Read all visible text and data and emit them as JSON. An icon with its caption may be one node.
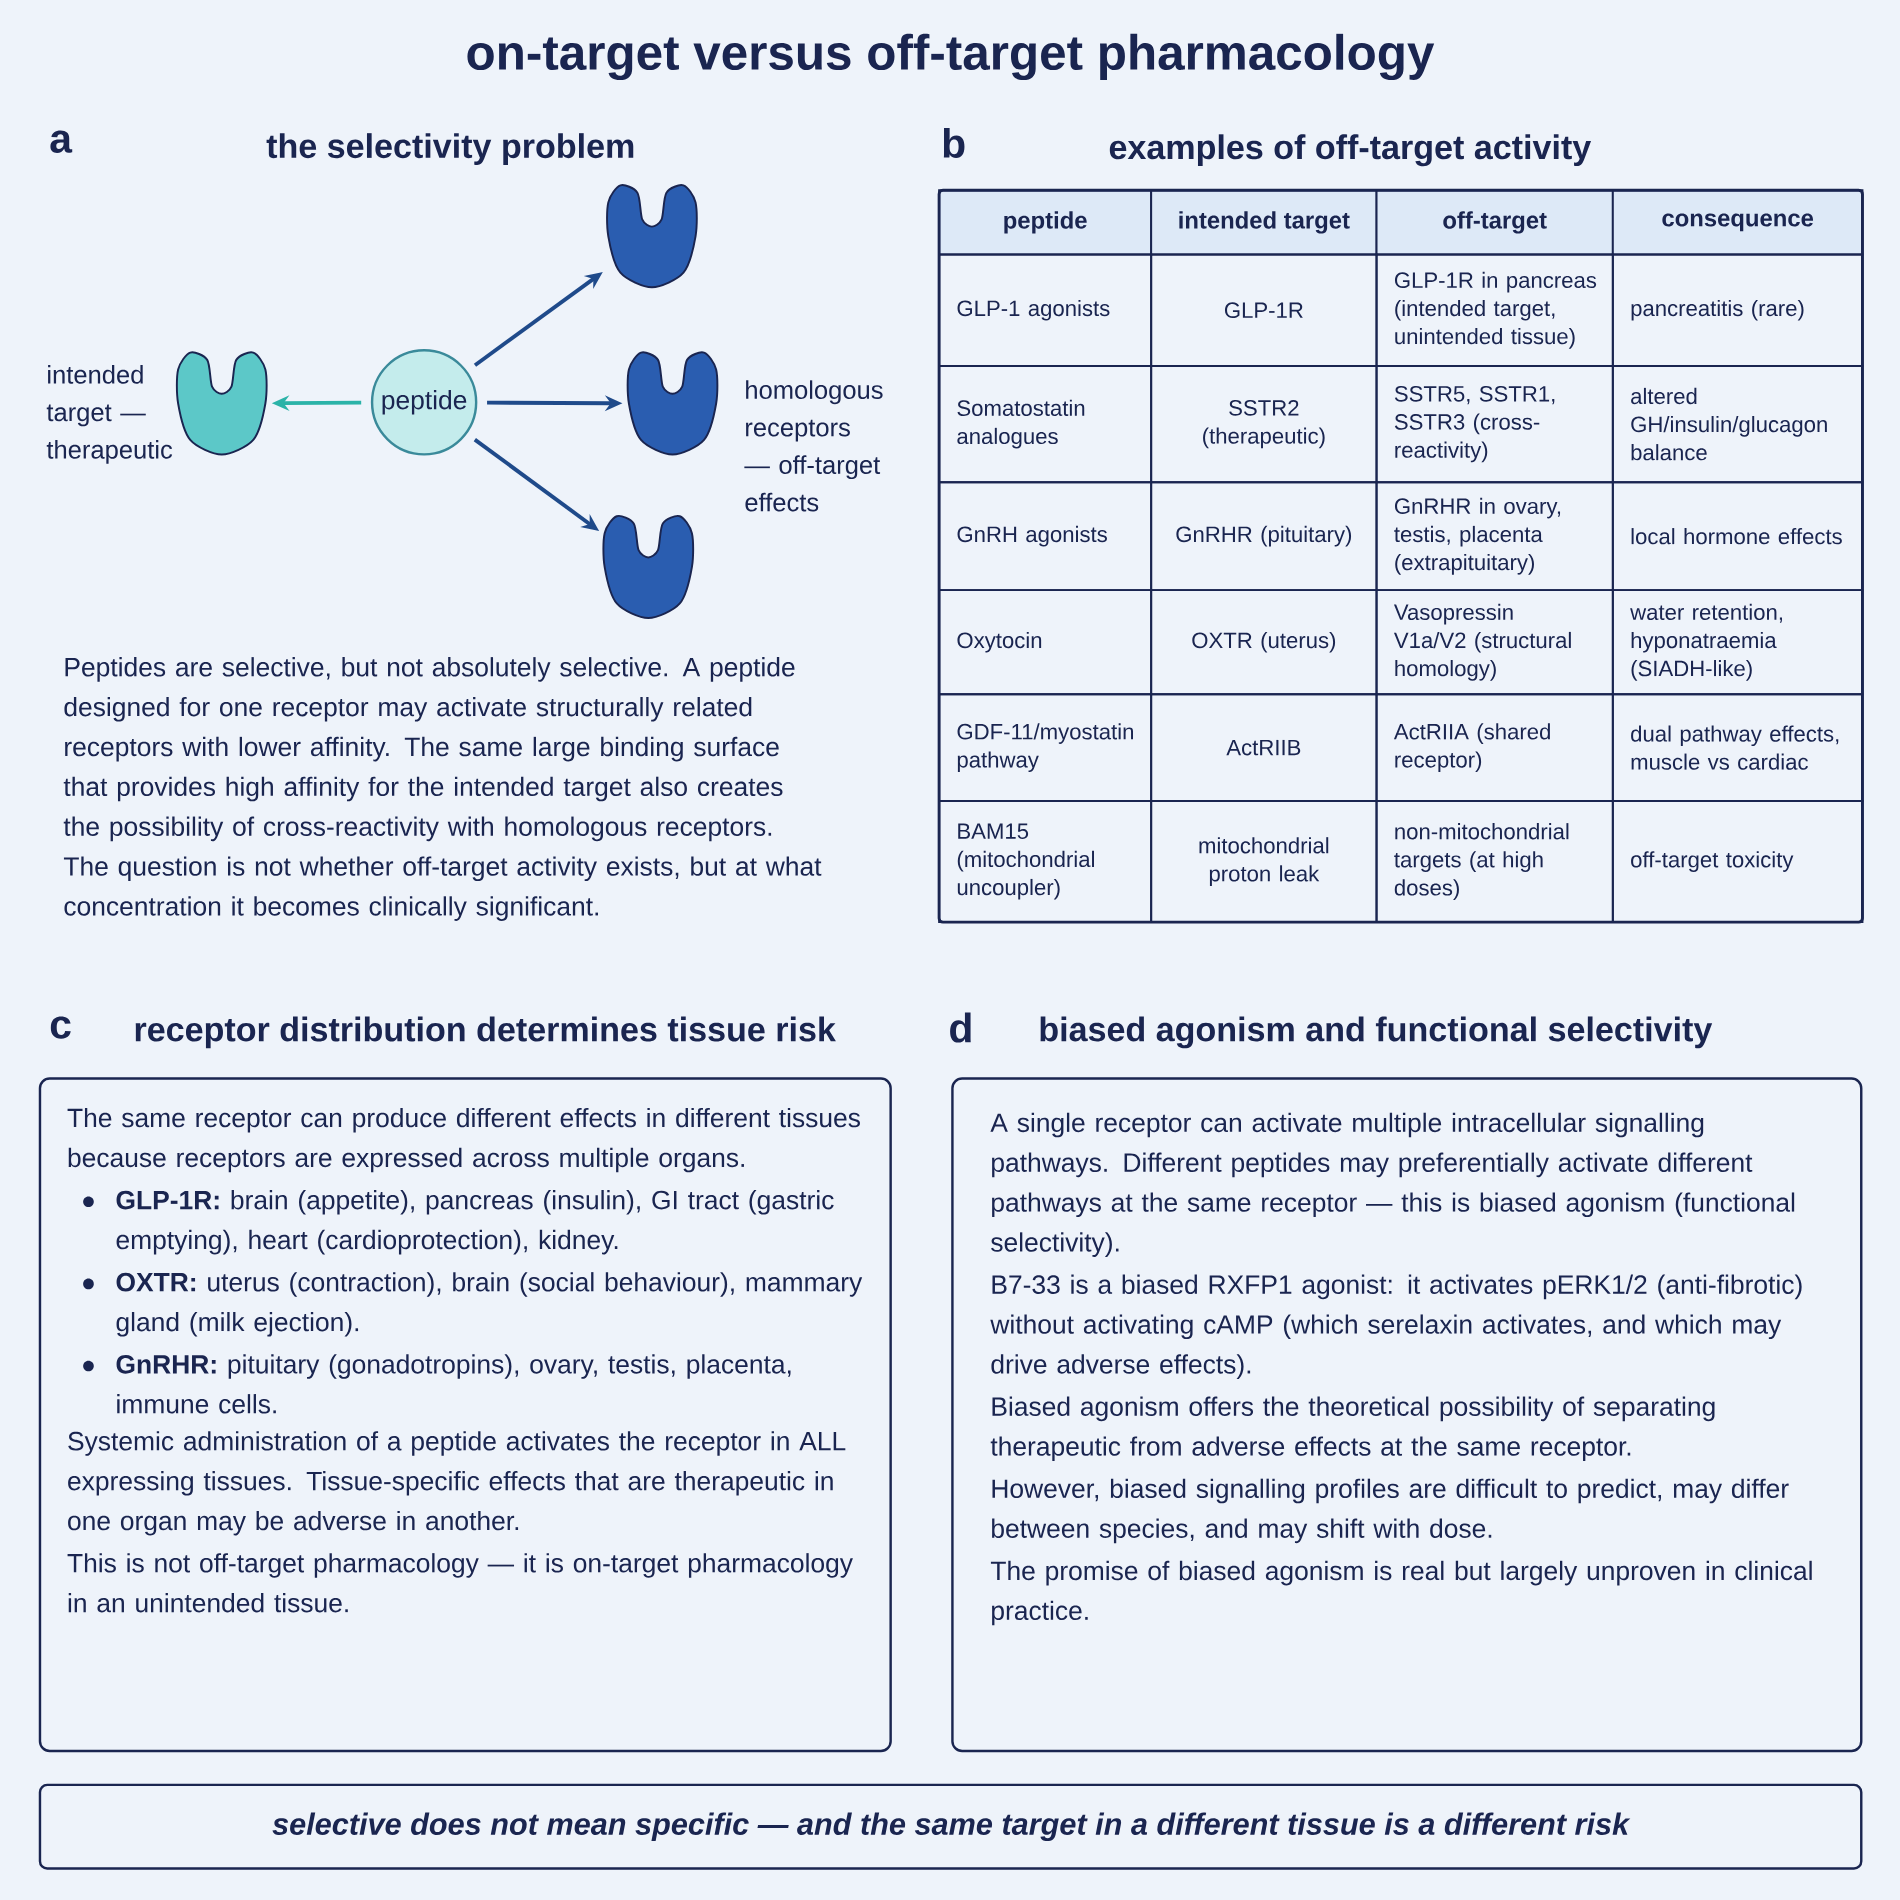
{
  "diagram": {
    "title": "on-target versus off-target pharmacology",
    "nodes": [
      {
        "text": [
          "peptide"
        ]
      },
      {
        "text": [],
        "shape": "picture",
        "beside": [
          "intended target — therapeutic"
        ]
      },
      {
        "text": [],
        "shape": "picture"
      },
      {
        "text": [],
        "shape": "picture",
        "beside": [
          "homologous receptors — off-target effects"
        ]
      },
      {
        "text": [],
        "shape": "picture"
      },
      {
        "text": [
          "receptor distribution determines tissue risk",
          "The same receptor can produce different effects in different tissues because receptors are expressed across multiple organs.",
          "**GLP-1R:** brain (appetite), pancreas (insulin), GI tract (gastric emptying), heart (cardioprotection), kidney.",
          "**OXTR:** uterus (contraction), brain (social behaviour), mammary gland (milk ejection).",
          "**GnRHR:** pituitary (gonadotropins), ovary, testis, placenta, immune cells.",
          "Systemic administration of a peptide activates the receptor in ALL expressing tissues. Tissue-specific effects that are therapeutic in one organ may be adverse in another.",
          "This is not off-target pharmacology — it is on-target pharmacology in an unintended tissue."
        ]
      },
      {
        "text": [
          "biased agonism and functional selectivity",
          "A single receptor can activate multiple intracellular signalling pathways. Different peptides may preferentially activate different pathways at the same receptor — this is biased agonism (functional selectivity).",
          "B7-33 is a biased RXFP1 agonist: it activates pERK1/2 (anti-fibrotic) without activating cAMP (which serelaxin activates, and which may drive adverse effects).",
          "Biased agonism offers the theoretical possibility of separating therapeutic from adverse effects at the same receptor.",
          "However, biased signalling profiles are difficult to predict, may differ between species, and may shift with dose.",
          "The promise of biased agonism is real but largely unproven in clinical practice."
        ]
      },
      {
        "text": [
          "selective does not mean specific — and the same target in a different tissue is a different risk"
        ]
      }
    ],
    "edges": [
      {
        "from": 0,
        "to": 1,
        "arrow": "to",
        "color": "#2bb3a8"
      },
      {
        "from": 0,
        "to": 2,
        "arrow": "to"
      },
      {
        "from": 0,
        "to": 3,
        "arrow": "to"
      },
      {
        "from": 0,
        "to": 4,
        "arrow": "to"
      }
    ],
    "labels": [
      "a",
      "the selectivity problem",
      "b",
      "examples of off-target activity",
      "peptide",
      "intended target",
      "off-target",
      "consequence",
      "GLP-1 agonists",
      "GLP-1R",
      "GLP-1R in pancreas (intended target, unintended tissue)",
      "pancreatitis (rare)",
      "Somatostatin analogues",
      "SSTR2 (therapeutic)",
      "SSTR5, SSTR1, SSTR3 (cross-reactivity)",
      "altered GH/insulin/glucagon balance",
      "GnRH agonists",
      "GnRHR (pituitary)",
      "GnRHR in ovary, testis, placenta (extrapituitary)",
      "local hormone effects",
      "Oxytocin",
      "OXTR (uterus)",
      "Vasopressin V1a/V2 (structural homology)",
      "water retention, hyponatraemia (SIADH-like)",
      "GDF-11/myostatin pathway",
      "ActRIIB",
      "ActRIIA (shared receptor)",
      "dual pathway effects, muscle vs cardiac",
      "BAM15 (mitochondrial uncoupler)",
      "mitochondrial proton leak",
      "non-mitochondrial targets (at high doses)",
      "off-target toxicity",
      "Peptides are selective, but not absolutely selective. A peptide designed for one receptor may activate structurally related receptors with lower affinity. The same large binding surface that provides high affinity for the intended target also creates the possibility of cross-reactivity with homologous receptors. The question is not whether off-target activity exists, but at what concentration it becomes clinically significant.",
      "c",
      "d"
    ]
  }
}
